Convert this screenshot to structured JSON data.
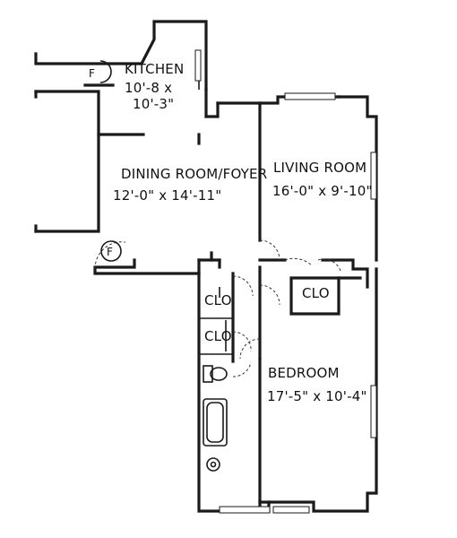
{
  "rooms": {
    "kitchen": {
      "name": "KITCHEN",
      "dim1": "10'-8 x",
      "dim2": "10'-3\""
    },
    "dining": {
      "name": "DINING ROOM/FOYER",
      "dims": "12'-0\" x 14'-11\""
    },
    "living": {
      "name": "LIVING ROOM",
      "dims": "16'-0\" x 9'-10\""
    },
    "bedroom": {
      "name": "BEDROOM",
      "dims": "17'-5\" x 10'-4\""
    }
  },
  "closets": {
    "hall": "CLO",
    "hall2": "CLO",
    "living": "CLO"
  },
  "fixtures": {
    "kitchen_f": "F",
    "foyer_f": "F"
  }
}
